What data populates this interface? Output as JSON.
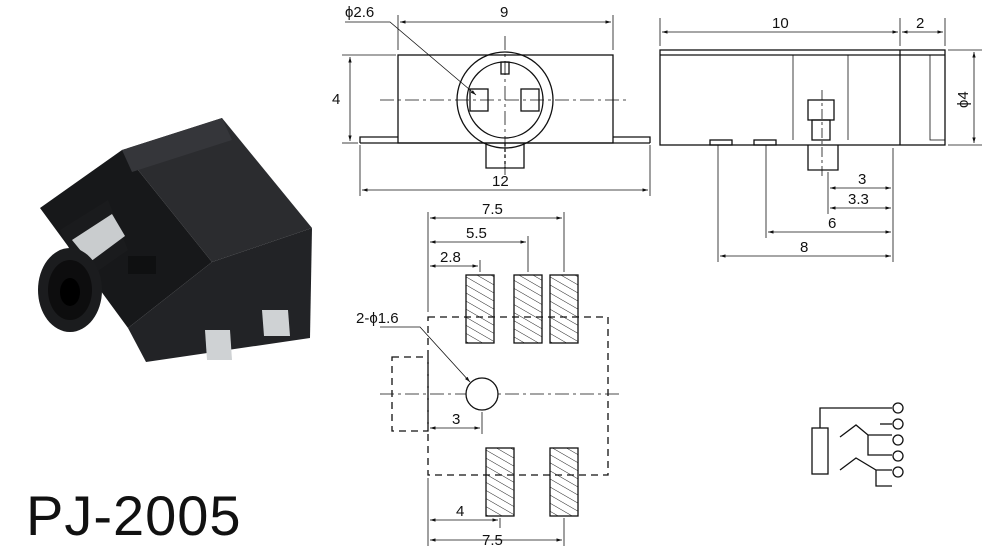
{
  "product": {
    "model": "PJ-2005"
  },
  "front_view": {
    "hole_dia": "ϕ2.6",
    "width": "9",
    "height": "4",
    "base_width": "12"
  },
  "side_view": {
    "length": "10",
    "plug_len": "2",
    "dia": "ϕ4",
    "pin_3": "3",
    "pin_3_3": "3.3",
    "pin_6": "6",
    "pin_8": "8"
  },
  "footprint": {
    "top_7_5": "7.5",
    "top_5_5": "5.5",
    "top_2_8": "2.8",
    "hole_label": "2-ϕ1.6",
    "hole_3": "3",
    "bottom_4": "4",
    "bottom_7_5": "7.5"
  },
  "colors": {
    "line": "#111111",
    "body_dark": "#1e1f21",
    "metal": "#c9ccce",
    "hatch": "#222222"
  }
}
